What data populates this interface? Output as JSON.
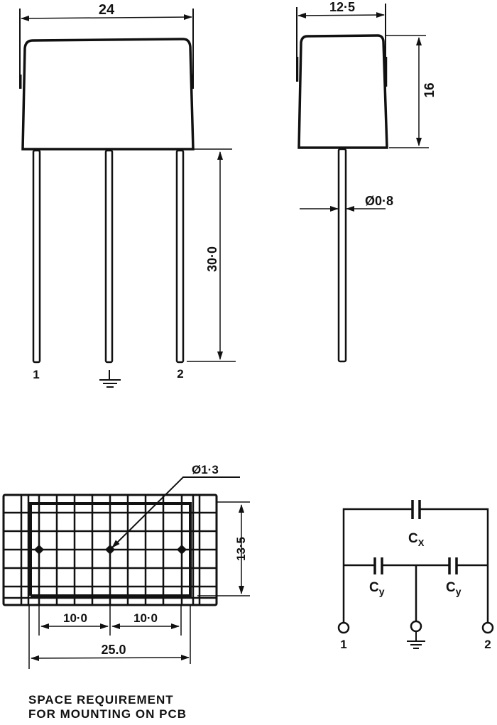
{
  "front_view": {
    "width_label": "24",
    "lead_length_label": "30·0",
    "pin_labels": [
      "1",
      "2"
    ],
    "ground_pin": "ground-symbol"
  },
  "side_view": {
    "depth_label": "12·5",
    "height_label": "16",
    "lead_diameter_label": "Ø0·8"
  },
  "pcb_footprint": {
    "hole_diameter_label": "Ø1·3",
    "height_label": "13·5",
    "pitch_left_label": "10·0",
    "pitch_right_label": "10·0",
    "overall_width_label": "25.0",
    "caption_line1": "SPACE REQUIREMENT",
    "caption_line2": "FOR MOUNTING ON PCB"
  },
  "schematic": {
    "cx_label": "C",
    "cx_sub": "X",
    "cy_label": "C",
    "cy_sub": "y",
    "terminal_labels": [
      "1",
      "2"
    ]
  },
  "colors": {
    "ink": "#111111",
    "paper": "#ffffff"
  }
}
